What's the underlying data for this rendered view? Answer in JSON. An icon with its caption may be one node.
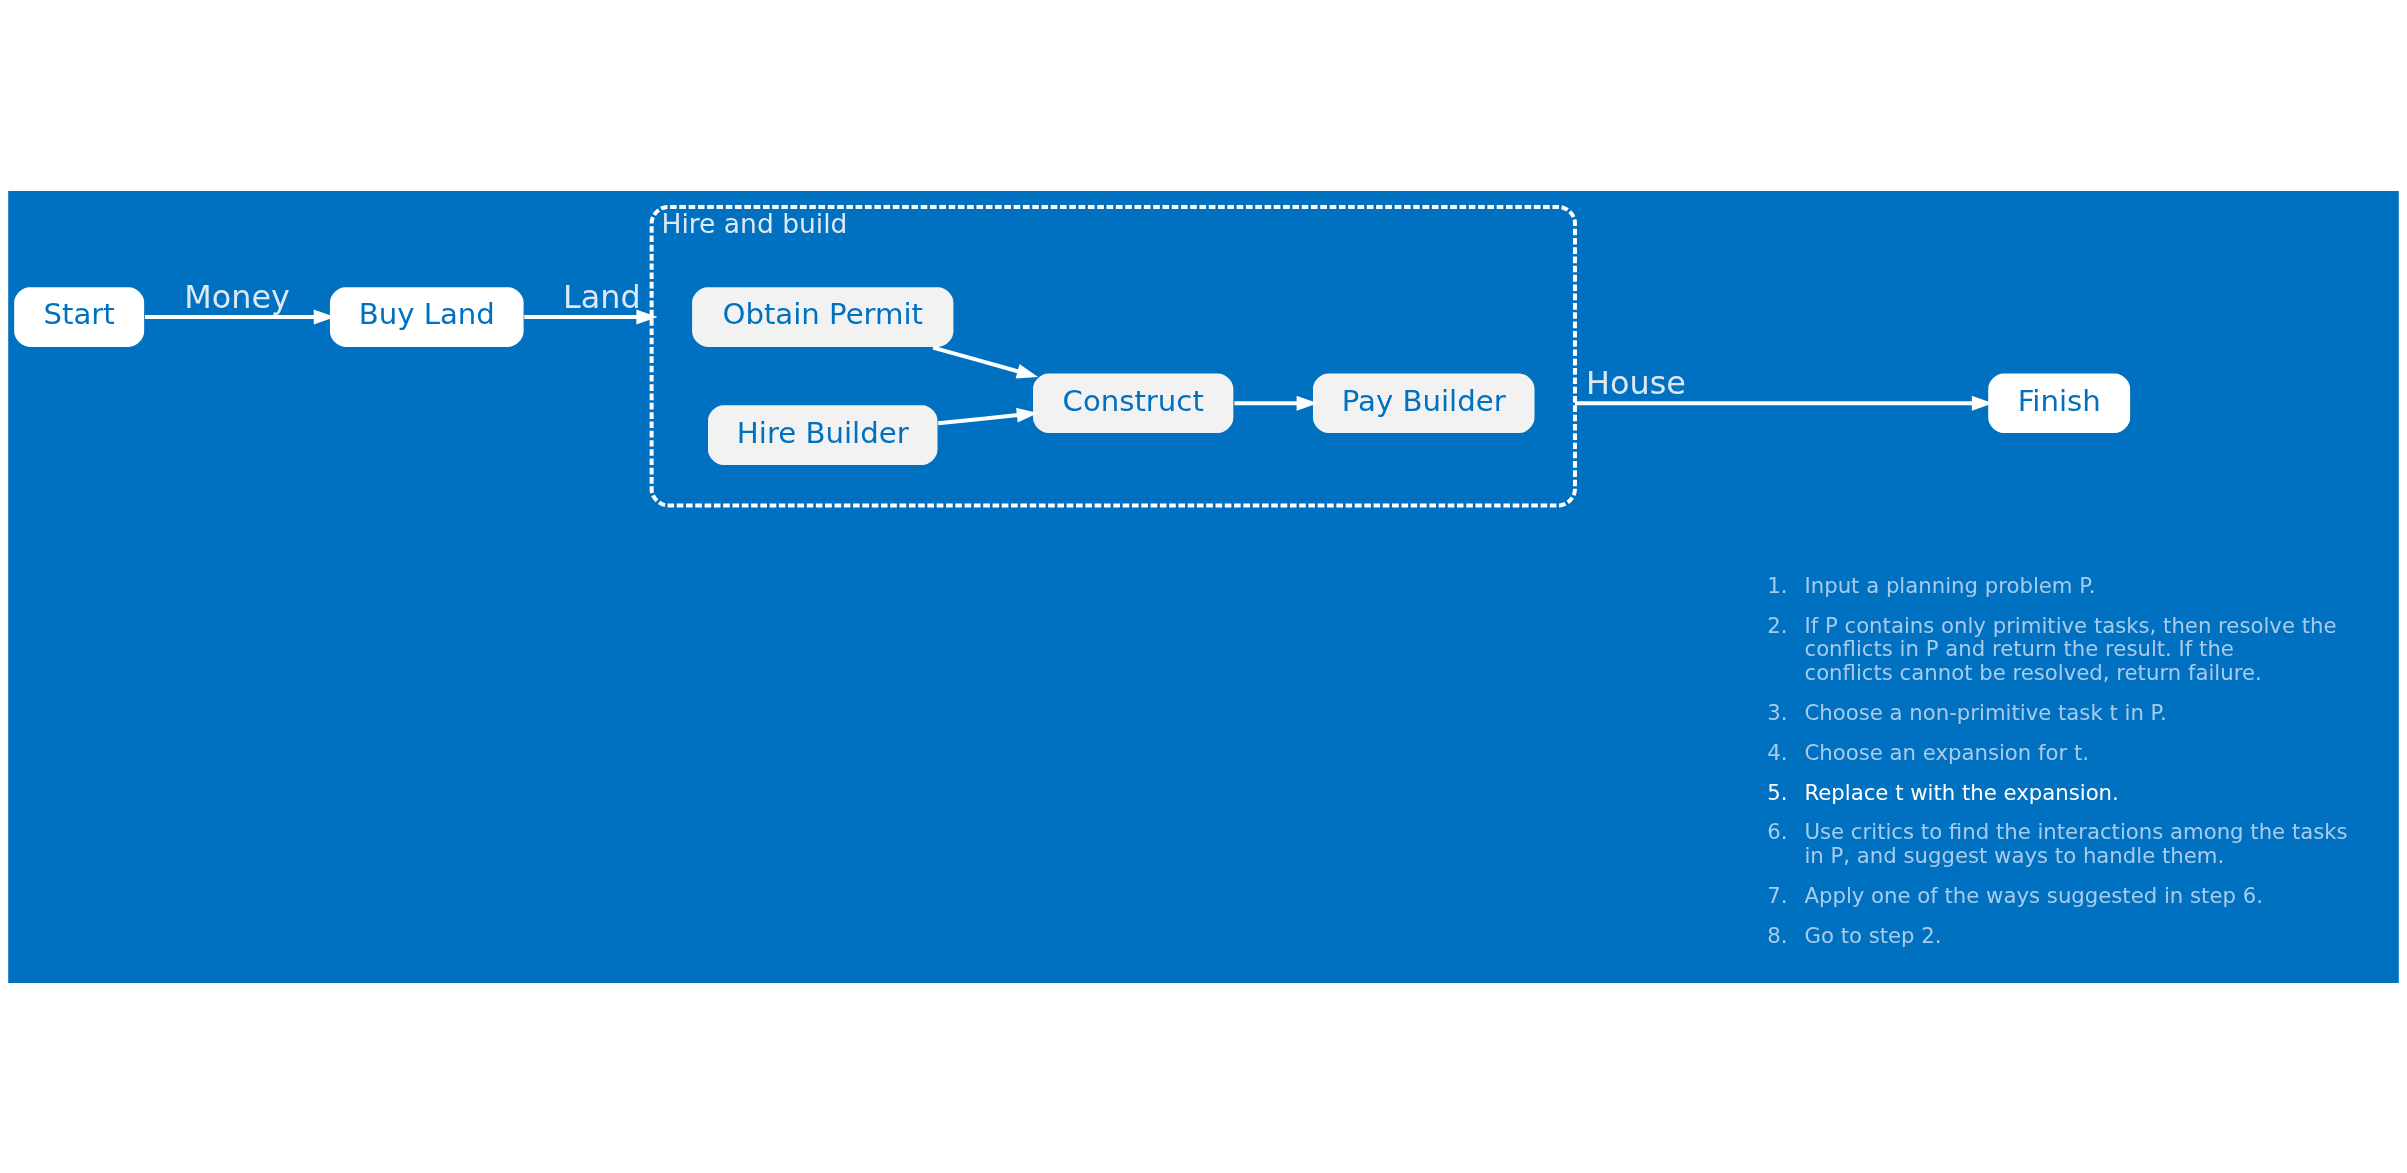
{
  "diagram": {
    "nodes": [
      {
        "text": [
          "Start"
        ]
      },
      {
        "text": [
          "Buy Land"
        ]
      },
      {
        "text": [
          "Hire and build"
        ]
      },
      {
        "text": [
          "Obtain Permit"
        ],
        "in": 2
      },
      {
        "text": [
          "Hire Builder"
        ],
        "in": 2
      },
      {
        "text": [
          "Construct"
        ],
        "in": 2
      },
      {
        "text": [
          "Pay Builder"
        ],
        "in": 2
      },
      {
        "text": [
          "Finish"
        ]
      }
    ],
    "edges": [
      {
        "from": 0,
        "to": 1,
        "arrow": "to",
        "label": "Money"
      },
      {
        "from": 1,
        "to": 2,
        "arrow": "to",
        "label": "Land"
      },
      {
        "from": 3,
        "to": 5,
        "arrow": "to"
      },
      {
        "from": 4,
        "to": 5,
        "arrow": "to"
      },
      {
        "from": 5,
        "to": 6,
        "arrow": "to"
      },
      {
        "from": 2,
        "to": 7,
        "arrow": "to",
        "label": "House"
      }
    ],
    "labels": [
      "1.",
      "Input a planning problem P.",
      "2.",
      "If P contains only primitive tasks, then resolve the conflicts in P and return the result. If the conflicts cannot be resolved, return failure.",
      "3.",
      "Choose a non-primitive task t in P.",
      "4.",
      "Choose an expansion for t.",
      "5.",
      "Replace t with the expansion.",
      "6.",
      "Use critics to find the interactions among the tasks in P, and suggest ways to handle them.",
      "7.",
      "Apply one of the ways suggested in step 6.",
      "8.",
      "Go to step 2."
    ]
  }
}
